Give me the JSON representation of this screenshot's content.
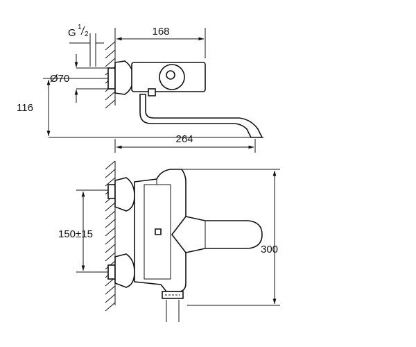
{
  "drawing": {
    "top_view": {
      "width_dim": "168",
      "total_dim": "264",
      "height_dim": "116",
      "diameter_dim": "Ø70",
      "thread_label": "G",
      "thread_num": "1",
      "thread_den": "2"
    },
    "front_view": {
      "spacing_dim": "150±15",
      "height_dim": "300"
    },
    "colors": {
      "line": "#111111",
      "background": "#ffffff"
    }
  }
}
